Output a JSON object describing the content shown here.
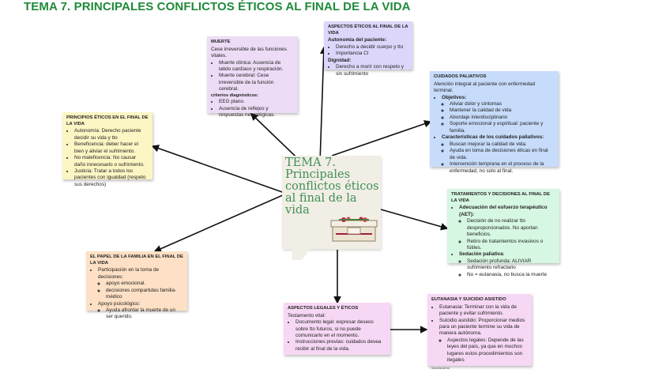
{
  "title": "TEMA 7. PRINCIPALES CONFLICTOS ÉTICOS AL FINAL DE LA VIDA",
  "center": {
    "title": "TEMA 7. Principales conflictos éticos al final de la vida"
  },
  "muerte": {
    "heading": "MUERTE",
    "intro": "Cese irreversible de las funciones vitales.",
    "items": [
      "Muerte clínica: Ausencia de latido cardíaco y respiración.",
      "Muerte cerebral: Cese irreversible de la función cerebral."
    ],
    "criteria_label": "criterios diagnósticos:",
    "criteria": [
      "EEG plano.",
      "Ausencia de reflejos y respuestas neurológicas."
    ]
  },
  "aspectos_eticos": {
    "heading": "ASPECTOS ÉTICOS AL FINAL DE LA VIDA",
    "autonomia_label": "Autonomía del paciente:",
    "autonomia": [
      "Derecho a decidir cuerpo y tto",
      "Importancia CI"
    ],
    "dignidad_label": "Dignidad:",
    "dignidad": [
      "Derecho a morir con respeto y sin sufrimiento"
    ]
  },
  "cuidados": {
    "heading": "CUIDADOS PALIATIVOS",
    "intro": "Atención integral al paciente con enfermedad terminal.",
    "objetivos_label": "Objetivos:",
    "objetivos": [
      "Aliviar dolor y síntomas",
      "Mantener la calidad de vida",
      "Abordaje interdisciplinario",
      "Soporte emocional y espiritual: paciente y familia."
    ],
    "caracteristicas_label": "Características de los cuidados paliativos:",
    "caracteristicas": [
      "Buscan mejorar la calidad de vida.",
      "Ayuda en toma de decisiones éticas en final de vida.",
      "Intervención temprana en el proceso de la enfermedad, no solo al final."
    ]
  },
  "principios": {
    "heading": "PRINCIPIOS ÉTICOS EN EL FINAL DE LA VIDA",
    "items": [
      "Autonomía: Derecho paciente decidir su vida y tto",
      "Beneficencia: deber hacer el bien y aliviar el sufrimiento.",
      "No maleficencia: No causar daño innecesario o sufrimiento.",
      "Justicia: Tratar a todos los pacientes con igualdad (respeto sus derechos)"
    ]
  },
  "tratamientos": {
    "heading": "TRATAMIENTOS Y DECISIONES AL FINAL DE LA VIDA",
    "aet_label": "Adecuación del esfuerzo terapéutico (AET):",
    "aet": [
      "Decisión de no realizar tto desproporcionados. No aportan beneficios.",
      "Retiro de tratamientos invasivos o fútiles."
    ],
    "sedacion_label": "Sedación paliativa",
    "sedacion": [
      "Sedación profunda: ALIVIAR sufrimiento refractario",
      "No = eutanasia, no busca la muerte"
    ]
  },
  "familia": {
    "heading": "EL PAPEL DE LA FAMILIA EN EL FINAL DE LA VIDA",
    "participacion_label": "Participación en la toma de decisiones:",
    "participacion": [
      "apoyo emocional.",
      "decisiones compartidas familia-médico"
    ],
    "apoyo_label": "Apoyo psicológico:",
    "apoyo": [
      "Ayuda afrontar la muerte de un ser querido."
    ]
  },
  "legales": {
    "heading": "ASPECTOS LEGALES Y ÉTICOS",
    "intro": "Testamento vital:",
    "items": [
      "Documento legal: expresar deseos sobre tto futuros, si no puede comunicarlo en el momento.",
      "Instrucciones previas: cuidados desea recibir al final de la vida."
    ]
  },
  "eutanasia": {
    "heading": "EUTANASIA Y SUICIDIO ASISTIDO",
    "items": [
      "Eutanasia: Terminar con la vida de paciente y evitar sufrimiento.",
      "Suicidio asistido: Proporcionar medios para un paciente termine su vida de manera autónoma."
    ],
    "sub": [
      "Aspectos legales: Depende de las leyes del país, ya que en muchos lugares estos procedimientos son ilegales"
    ],
    "footer": "SansSantaFad"
  },
  "colors": {
    "title": "#1f8a3a",
    "center_bg": "#f1eee5",
    "center_text": "#3f8f57",
    "muerte_bg": "#ecdcf6",
    "aspectos_eticos_bg": "#ddd6fb",
    "cuidados_bg": "#c7dcfb",
    "principios_bg": "#fcf6c4",
    "tratamientos_bg": "#d6f7e2",
    "familia_bg": "#fde0c5",
    "legales_bg": "#f6d8f4",
    "eutanasia_bg": "#f6d8f4"
  }
}
